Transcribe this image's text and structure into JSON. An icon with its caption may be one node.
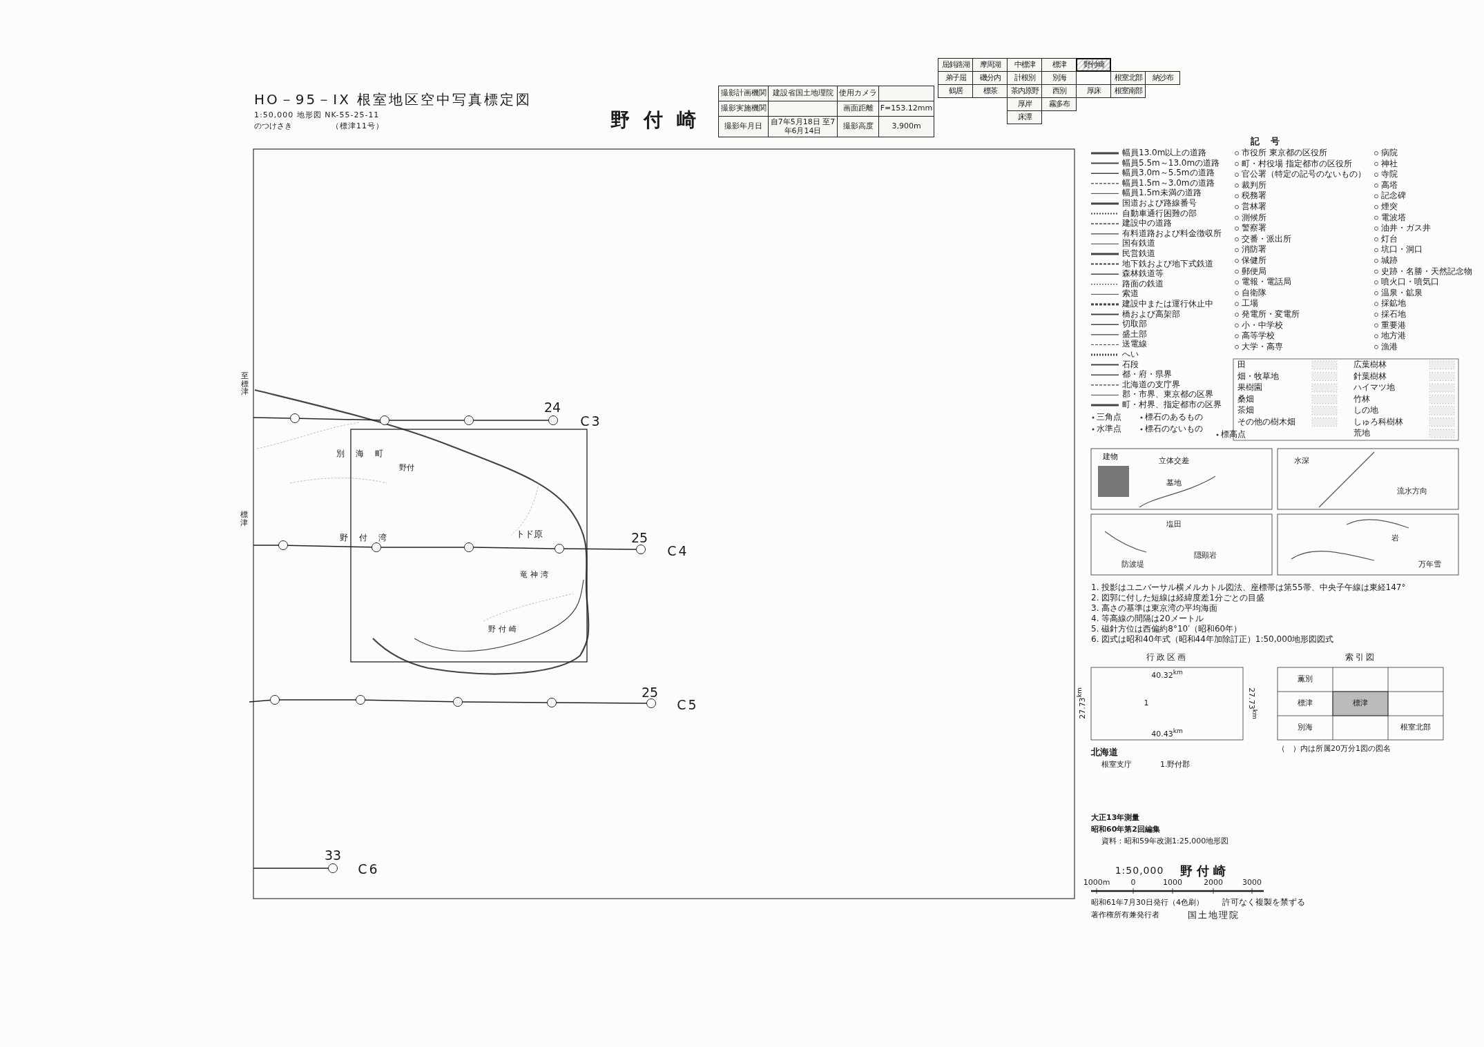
{
  "diagram": {
    "nodes": [
      {
        "text": [],
        "shape": "circle"
      },
      {
        "text": [],
        "shape": "circle"
      },
      {
        "text": [],
        "shape": "circle"
      },
      {
        "text": [],
        "shape": "circle"
      },
      {
        "text": [],
        "shape": "circle"
      },
      {
        "text": [],
        "shape": "circle"
      },
      {
        "text": [],
        "shape": "circle"
      },
      {
        "text": [],
        "shape": "circle"
      },
      {
        "text": [],
        "shape": "circle"
      },
      {
        "text": [],
        "shape": "circle"
      },
      {
        "text": [],
        "shape": "circle"
      },
      {
        "text": [],
        "shape": "circle"
      },
      {
        "text": [],
        "shape": "circle"
      },
      {
        "text": [],
        "shape": "circle"
      },
      {
        "text": [],
        "shape": "circle"
      }
    ],
    "edges": [
      {
        "from": null,
        "to": 0,
        "arrow": "none"
      },
      {
        "from": 0,
        "to": 1,
        "arrow": "none"
      },
      {
        "from": 1,
        "to": 2,
        "arrow": "none"
      },
      {
        "from": 2,
        "to": 3,
        "arrow": "none"
      },
      {
        "from": null,
        "to": 4,
        "arrow": "none"
      },
      {
        "from": 4,
        "to": 5,
        "arrow": "none"
      },
      {
        "from": 5,
        "to": 6,
        "arrow": "none"
      },
      {
        "from": 6,
        "to": 7,
        "arrow": "none"
      },
      {
        "from": 7,
        "to": 8,
        "arrow": "none"
      },
      {
        "from": null,
        "to": 9,
        "arrow": "none"
      },
      {
        "from": 9,
        "to": 10,
        "arrow": "none"
      },
      {
        "from": 10,
        "to": 11,
        "arrow": "none"
      },
      {
        "from": 11,
        "to": 12,
        "arrow": "none"
      },
      {
        "from": 12,
        "to": 13,
        "arrow": "none"
      },
      {
        "from": null,
        "to": 14,
        "arrow": "none"
      }
    ],
    "labels": [
      "HO－95－IX 根室地区空中写真標定図",
      "1:50,000 地形図 NK-55-25-11",
      "のつけさき",
      "（標津11号）",
      "野付崎",
      "撮影計画機関",
      "建設省国土地理院",
      "使用カメラ",
      "撮影実施機関",
      "画面距離",
      "F=153.12mm",
      "撮影年月日",
      "自7年5月18日 至7年6月14日",
      "撮影高度",
      "3,900m",
      "屈斜路湖",
      "摩周湖",
      "中標津",
      "標津",
      "野付崎",
      "弟子屈",
      "磯分内",
      "計根別",
      "別海",
      "根室北部",
      "納沙布",
      "鶴居",
      "標茶",
      "茶内原野",
      "西別",
      "厚床",
      "根室南部",
      "厚岸",
      "霧多布",
      "床潭",
      "至標津",
      "標津",
      "別海町",
      "野付",
      "野付湾",
      "トド原",
      "竜神湾",
      "野付崎",
      "24",
      "C3",
      "25",
      "C4",
      "25",
      "C5",
      "33",
      "C6",
      "記号",
      "建物",
      "立体交差",
      "墓地",
      "水深",
      "流水方向",
      "塩田",
      "岩",
      "防波堤",
      "隠顕岩",
      "万年雪",
      "1. 投影はユニバーサル横メルカトル図法、座標帯は第55帯、中央子午線は東経147°",
      "2. 図郭に付した短線は経緯度差1分ごとの目盛",
      "3. 高さの基準は東京湾の平均海面",
      "4. 等高線の間隔は20メートル",
      "5. 磁針方位は西偏約8°10′（昭和60年）",
      "6. 図式は昭和40年式（昭和44年加除訂正）1:50,000地形図図式",
      "行政区画",
      "索引図",
      "40.32$^{km}$",
      "40.43$^{km}$",
      "27.73$^{km}$",
      "27.73$^{km}$",
      "1",
      "北海道",
      "根室支庁",
      "1.野付郡",
      "薫別",
      "標津",
      "別海",
      "標津",
      "根室北部",
      "（　）内は所属20万分1図の図名",
      "大正13年測量",
      "昭和60年第2回編集",
      "資料：昭和59年改測1:25,000地形図",
      "1:50,000",
      "野付崎",
      "1000m",
      "0",
      "1000",
      "2000",
      "3000",
      "昭和61年7月30日発行（4色刷）",
      "許可なく複製を禁ずる",
      "著作権所有兼発行者",
      "国土地理院"
    ],
    "legend": [
      {
        "text": "幅員13.0m以上の道路"
      },
      {
        "text": "幅員5.5m～13.0mの道路"
      },
      {
        "text": "幅員3.0m～5.5mの道路"
      },
      {
        "text": "幅員1.5m～3.0mの道路"
      },
      {
        "text": "幅員1.5m未満の道路"
      },
      {
        "text": "国道および路線番号"
      },
      {
        "text": "自動車通行困難の部"
      },
      {
        "text": "建設中の道路"
      },
      {
        "text": "有料道路および料金徴収所"
      },
      {
        "text": "国有鉄道"
      },
      {
        "text": "民営鉄道"
      },
      {
        "text": "地下鉄および地下式鉄道"
      },
      {
        "text": "森林鉄道等"
      },
      {
        "text": "路面の鉄道"
      },
      {
        "text": "索道"
      },
      {
        "text": "建設中または運行休止中"
      },
      {
        "text": "橋および高架部"
      },
      {
        "text": "切取部"
      },
      {
        "text": "盛土部"
      },
      {
        "text": "送電線"
      },
      {
        "text": "へい"
      },
      {
        "text": "石段"
      },
      {
        "text": "都・府・県界"
      },
      {
        "text": "北海道の支庁界"
      },
      {
        "text": "郡・市界、東京都の区界"
      },
      {
        "text": "町・村界、指定都市の区界"
      },
      {
        "text": "市役所 東京都の区役所"
      },
      {
        "text": "町・村役場 指定都市の区役所"
      },
      {
        "text": "官公署（特定の記号のないもの）"
      },
      {
        "text": "裁判所"
      },
      {
        "text": "税務署"
      },
      {
        "text": "営林署"
      },
      {
        "text": "測候所"
      },
      {
        "text": "警察署"
      },
      {
        "text": "交番・派出所"
      },
      {
        "text": "消防署"
      },
      {
        "text": "保健所"
      },
      {
        "text": "郵便局"
      },
      {
        "text": "電報・電話局"
      },
      {
        "text": "自衛隊"
      },
      {
        "text": "工場"
      },
      {
        "text": "発電所・変電所"
      },
      {
        "text": "小・中学校"
      },
      {
        "text": "高等学校"
      },
      {
        "text": "大学・高専"
      },
      {
        "text": "病院"
      },
      {
        "text": "神社"
      },
      {
        "text": "寺院"
      },
      {
        "text": "高塔"
      },
      {
        "text": "記念碑"
      },
      {
        "text": "煙突"
      },
      {
        "text": "電波塔"
      },
      {
        "text": "油井・ガス井"
      },
      {
        "text": "灯台"
      },
      {
        "text": "坑口・洞口"
      },
      {
        "text": "城跡"
      },
      {
        "text": "史跡・名勝・天然記念物"
      },
      {
        "text": "噴火口・噴気口"
      },
      {
        "text": "温泉・鉱泉"
      },
      {
        "text": "採鉱地"
      },
      {
        "text": "採石地"
      },
      {
        "text": "重要港"
      },
      {
        "text": "地方港"
      },
      {
        "text": "漁港"
      },
      {
        "text": "田"
      },
      {
        "text": "畑・牧草地"
      },
      {
        "text": "果樹園"
      },
      {
        "text": "桑畑"
      },
      {
        "text": "茶畑"
      },
      {
        "text": "その他の樹木畑"
      },
      {
        "text": "広葉樹林"
      },
      {
        "text": "針葉樹林"
      },
      {
        "text": "ハイマツ地"
      },
      {
        "text": "竹林"
      },
      {
        "text": "しの地"
      },
      {
        "text": "しゅろ科樹林"
      },
      {
        "text": "荒地"
      },
      {
        "text": "三角点"
      },
      {
        "text": "水準点"
      },
      {
        "text": "標石のあるもの"
      },
      {
        "text": "標石のないもの"
      },
      {
        "text": "標高点"
      }
    ]
  }
}
